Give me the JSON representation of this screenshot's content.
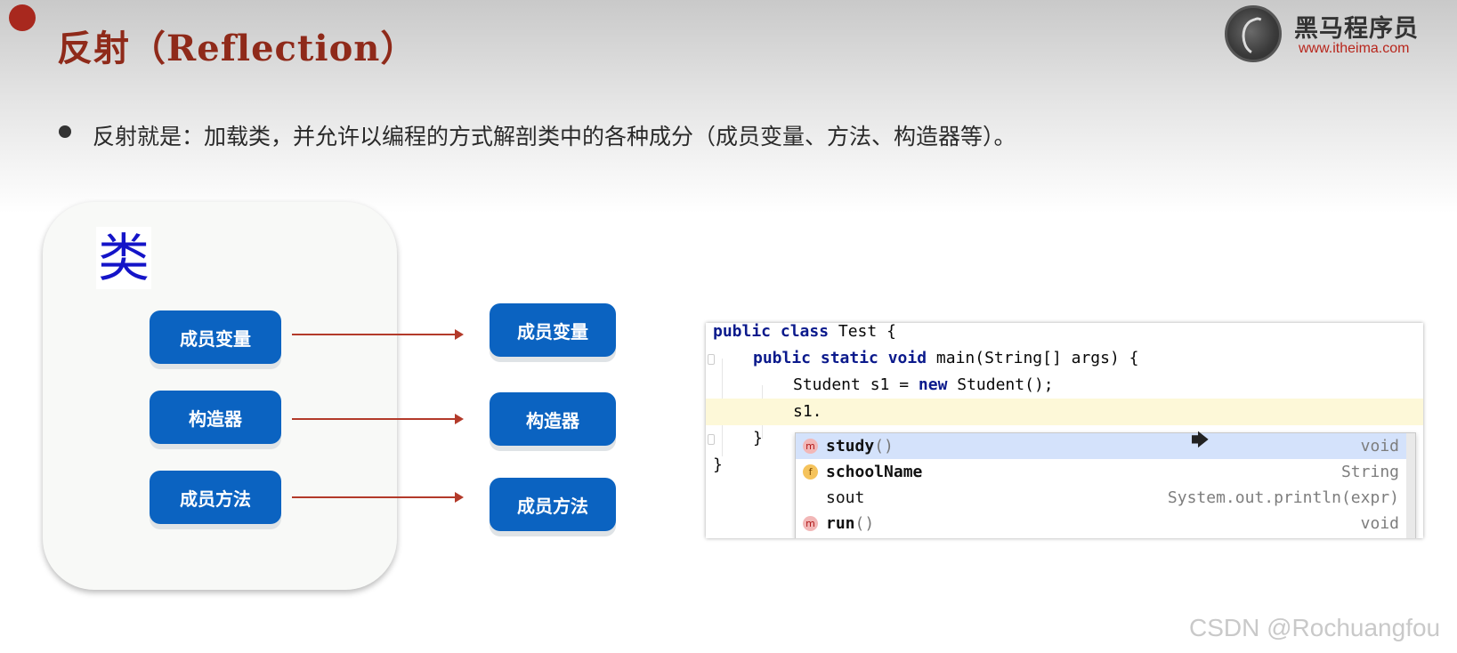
{
  "slide": {
    "title": "反射（Reflection）",
    "bullet": "反射就是：加载类，并允许以编程的方式解剖类中的各种成分（成员变量、方法、构造器等）。"
  },
  "logo": {
    "name": "黑马程序员",
    "url": "www.itheima.com"
  },
  "class_diagram": {
    "class_label": "类",
    "inner_items": [
      "成员变量",
      "构造器",
      "成员方法"
    ],
    "outer_items": [
      "成员变量",
      "构造器",
      "成员方法"
    ]
  },
  "code": {
    "line1_kw": "public class",
    "line1_rest": " Test {",
    "line2_kw": "public static void",
    "line2_rest": " main(String[] args) {",
    "line3_a": "Student s1 = ",
    "line3_kw": "new",
    "line3_b": " Student();",
    "line4": "s1.",
    "line5": "}",
    "line6": "}"
  },
  "autocomplete": [
    {
      "icon": "m",
      "name": "study",
      "paren": "()",
      "type": "void",
      "selected": true
    },
    {
      "icon": "f",
      "name": "schoolName",
      "paren": "",
      "type": "String",
      "selected": false
    },
    {
      "icon": "",
      "name": "sout",
      "paren": "",
      "type": "System.out.println(expr)",
      "selected": false
    },
    {
      "icon": "m",
      "name": "run",
      "paren": "()",
      "type": "void",
      "selected": false
    }
  ],
  "watermark": "CSDN @Rochuangfou",
  "colors": {
    "title": "#8f2a1a",
    "pill": "#0b63c1",
    "arrow": "#b33a2a",
    "class_glyph": "#1414c8",
    "selected_row": "#d4e2fb"
  }
}
